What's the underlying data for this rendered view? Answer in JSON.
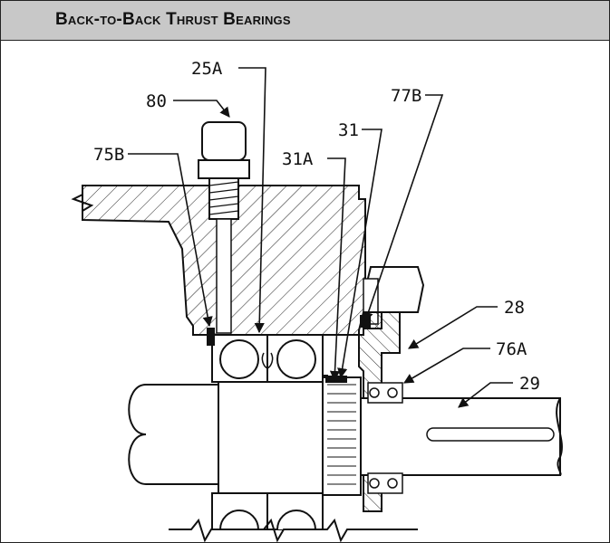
{
  "header": {
    "title": "Back-to-Back Thrust Bearings"
  },
  "callouts": {
    "c25A": "25A",
    "c80": "80",
    "c77B": "77B",
    "c31": "31",
    "c75B": "75B",
    "c31A": "31A",
    "c28": "28",
    "c76A": "76A",
    "c29": "29"
  }
}
